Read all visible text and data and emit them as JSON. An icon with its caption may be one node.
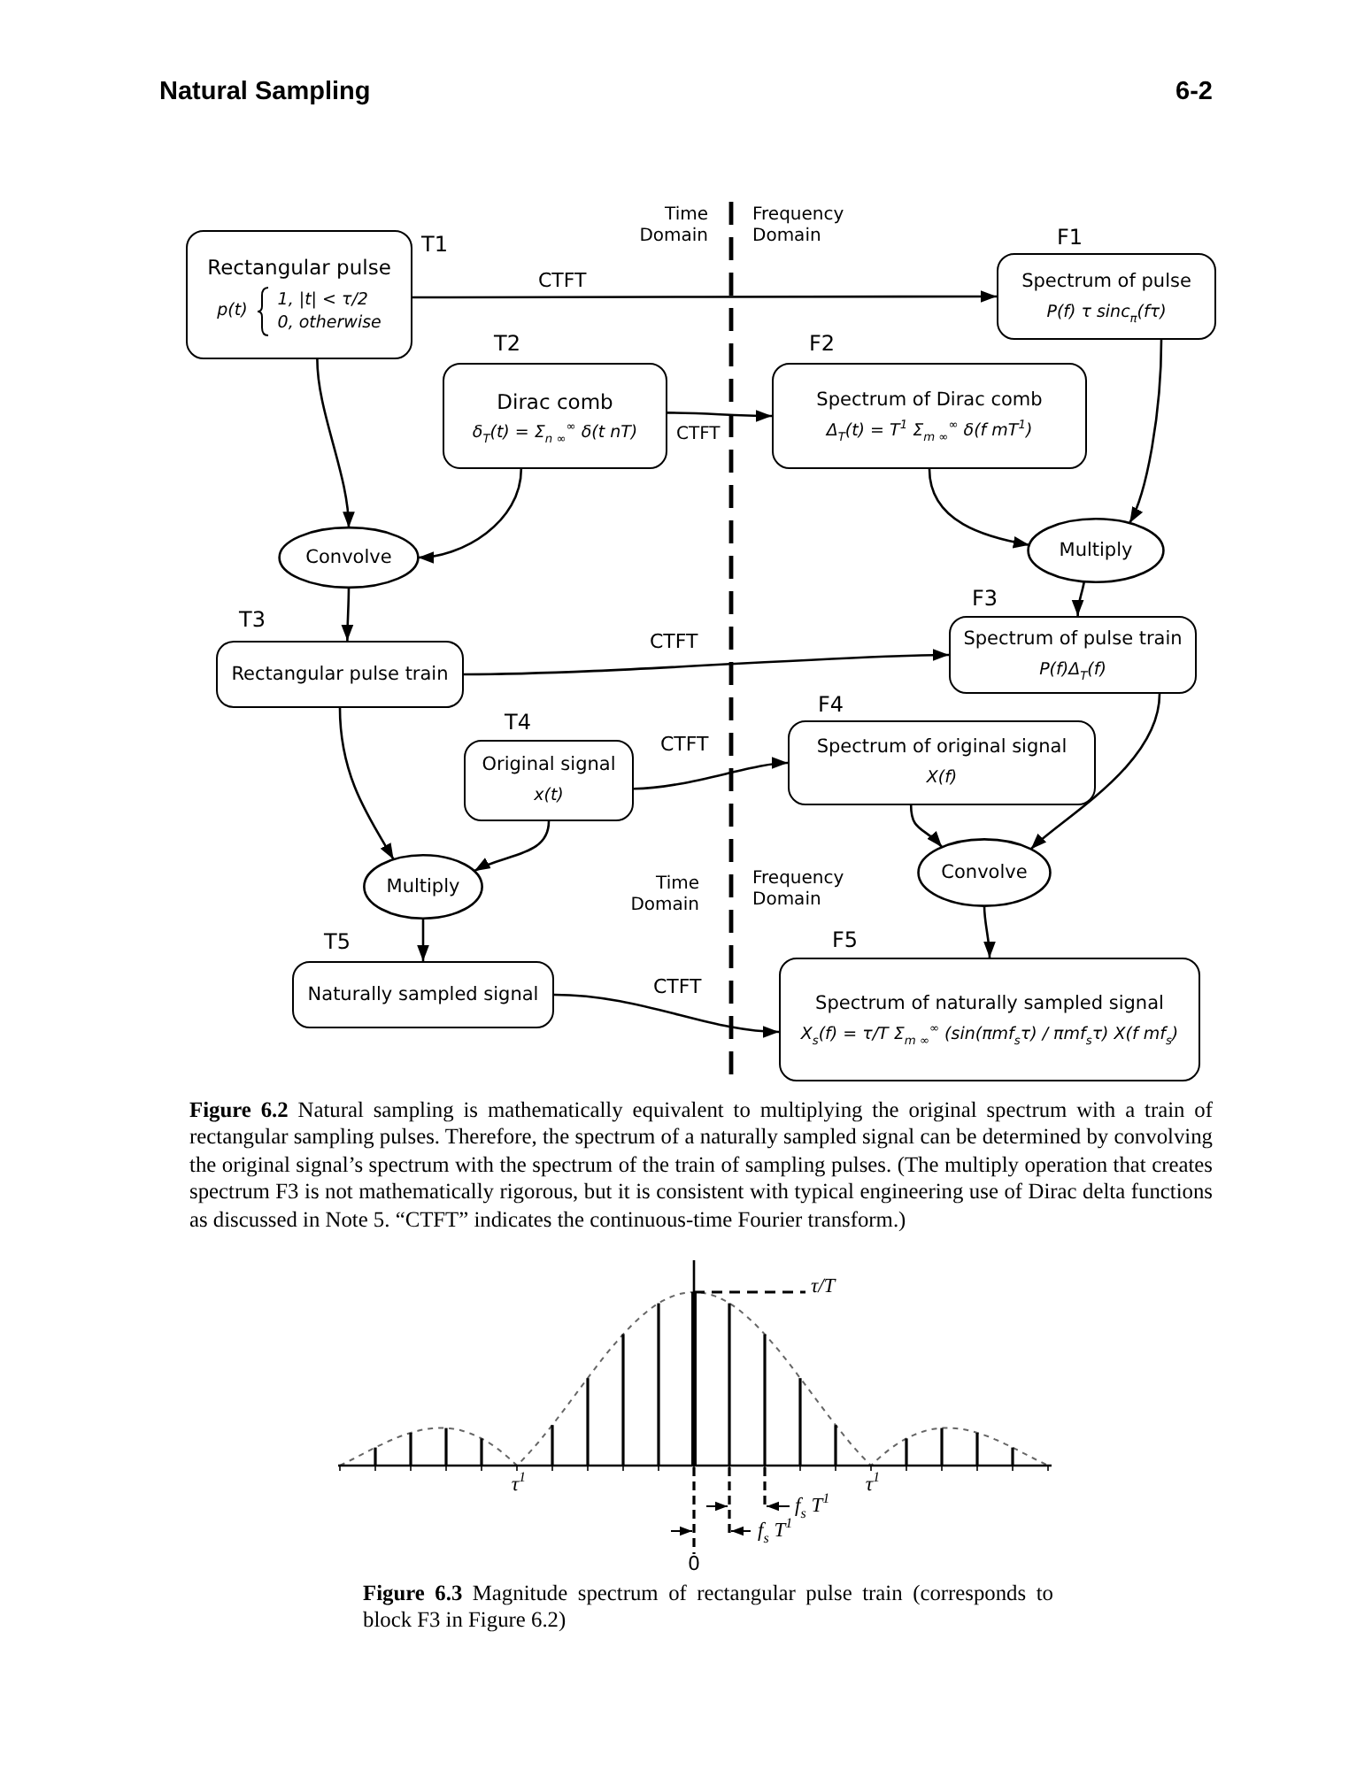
{
  "diagram": {
    "title": "Natural Sampling",
    "caption": "**Figure 6.2** Natural sampling is mathematically equivalent to multiplying the original spectrum with a train of rectangular sampling pulses. Therefore, the spectrum of a naturally sampled signal can be determined by convolving the original signal’s spectrum with the spectrum of the train of sampling pulses. (The multiply operation that creates spectrum F3 is not mathematically rigorous, but it is consistent with typical engineering use of Dirac delta functions as discussed in Note 5. “CTFT” indicates the continuous-time Fourier transform.)",
    "nodes": [
      {
        "text": [
          "Rectangular pulse",
          "p(t)",
          "1, |t| < τ/2",
          "0, otherwise"
        ],
        "beside": [
          "T1"
        ]
      },
      {
        "text": [
          "Spectrum of pulse",
          "P(f) τ sinc$_{π}$(fτ)"
        ],
        "beside": [
          "F1"
        ]
      },
      {
        "text": [
          "Dirac comb",
          "δ$_{T}$(t) = Σ$_{n ∞}$$^{∞}$ δ(t nT)"
        ],
        "beside": [
          "T2"
        ]
      },
      {
        "text": [
          "Spectrum of Dirac comb",
          "Δ$_{T}$(t) = T$^{1}$ Σ$_{m ∞}$$^{∞}$ δ(f mT$^{1}$)"
        ],
        "beside": [
          "F2"
        ]
      },
      {
        "text": [
          "Convolve"
        ]
      },
      {
        "text": [
          "Multiply"
        ]
      },
      {
        "text": [
          "Rectangular pulse train"
        ],
        "beside": [
          "T3"
        ]
      },
      {
        "text": [
          "Spectrum of pulse train",
          "P(f)Δ$_{T}$(f)"
        ],
        "beside": [
          "F3"
        ]
      },
      {
        "text": [
          "Original signal",
          "x(t)"
        ],
        "beside": [
          "T4"
        ]
      },
      {
        "text": [
          "Spectrum of original signal",
          "X(f)"
        ],
        "beside": [
          "F4"
        ]
      },
      {
        "text": [
          "Multiply"
        ]
      },
      {
        "text": [
          "Convolve"
        ]
      },
      {
        "text": [
          "Naturally sampled signal"
        ],
        "beside": [
          "T5"
        ]
      },
      {
        "text": [
          "Spectrum of naturally sampled signal",
          "X$_{s}$(f) = τ/T Σ$_{m ∞}$$^{∞}$ (sin(πmf$_{s}$τ) / πmf$_{s}$τ) X(f mf$_{s}$)"
        ],
        "beside": [
          "F5"
        ]
      }
    ],
    "edges": [
      {
        "from": 0,
        "to": 1,
        "arrow": "to",
        "label": "CTFT"
      },
      {
        "from": 2,
        "to": 3,
        "arrow": "to",
        "label": "CTFT"
      },
      {
        "from": 0,
        "to": 4,
        "arrow": "to"
      },
      {
        "from": 2,
        "to": 4,
        "arrow": "to"
      },
      {
        "from": 1,
        "to": 5,
        "arrow": "to"
      },
      {
        "from": 3,
        "to": 5,
        "arrow": "to"
      },
      {
        "from": 4,
        "to": 6,
        "arrow": "to"
      },
      {
        "from": 5,
        "to": 7,
        "arrow": "to"
      },
      {
        "from": 6,
        "to": 7,
        "arrow": "to",
        "label": "CTFT"
      },
      {
        "from": 8,
        "to": 9,
        "arrow": "to",
        "label": "CTFT"
      },
      {
        "from": 6,
        "to": 10,
        "arrow": "to"
      },
      {
        "from": 8,
        "to": 10,
        "arrow": "to"
      },
      {
        "from": 9,
        "to": 11,
        "arrow": "to"
      },
      {
        "from": 7,
        "to": 11,
        "arrow": "to"
      },
      {
        "from": 10,
        "to": 12,
        "arrow": "to"
      },
      {
        "from": 11,
        "to": 13,
        "arrow": "to"
      },
      {
        "from": 12,
        "to": 13,
        "arrow": "to",
        "label": "CTFT"
      }
    ],
    "labels": [
      "6-2",
      "Time Domain",
      "Frequency Domain",
      "Time Domain",
      "Frequency Domain",
      "τ/T",
      "τ$^{1}$",
      "τ$^{1}$",
      "f$_{s}$ T$^{1}$",
      "f$_{s}$ T$^{1}$",
      "0",
      "**Figure 6.3** Magnitude spectrum of rectangular pulse train (corresponds to block F3 in Figure 6.2)"
    ]
  }
}
